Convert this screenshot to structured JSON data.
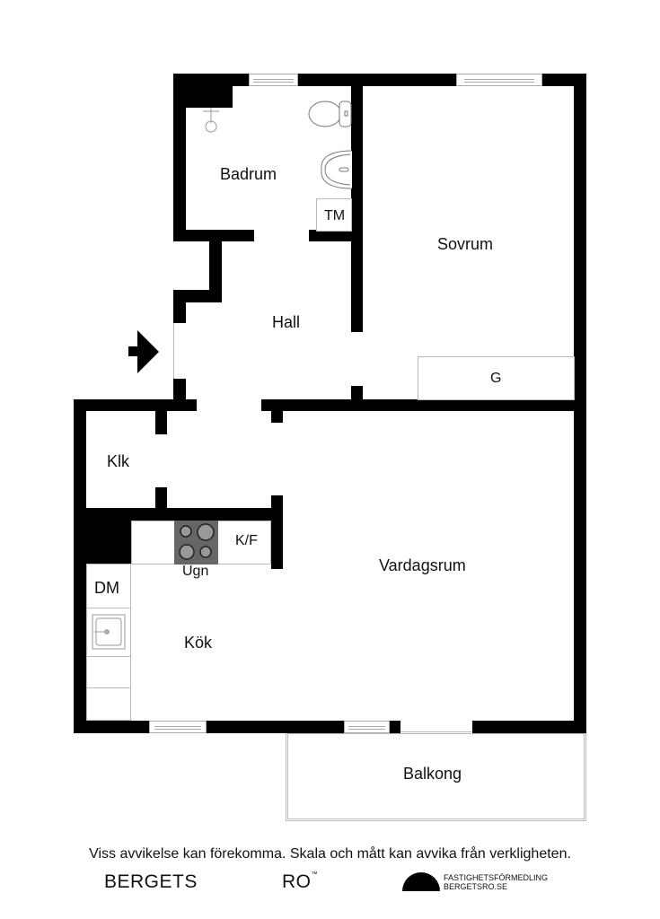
{
  "rooms": {
    "badrum": "Badrum",
    "tm": "TM",
    "sovrum": "Sovrum",
    "g": "G",
    "hall": "Hall",
    "klk": "Klk",
    "kf": "K/F",
    "ugn": "Ugn",
    "dm": "DM",
    "kok": "Kök",
    "vardagsrum": "Vardagsrum",
    "balkong": "Balkong"
  },
  "icons": {
    "entrance": "entrance-arrow-icon",
    "shower": "shower-icon",
    "toilet": "toilet-icon",
    "washbasin": "washbasin-icon",
    "stove": "stove-icon",
    "sink": "sink-icon"
  },
  "footer": {
    "disclaimer": "Viss avvikelse kan förekomma. Skala och mått kan avvika från verkligheten.",
    "brand_left": "BERGETS",
    "brand_right": "RO",
    "brand_tm": "™",
    "agency_line1": "FASTIGHETSFÖRMEDLING",
    "agency_line2": "BERGETSRO.SE"
  },
  "colors": {
    "wall": "#000000",
    "stove": "#666666",
    "lines": "#bbbbbb"
  }
}
